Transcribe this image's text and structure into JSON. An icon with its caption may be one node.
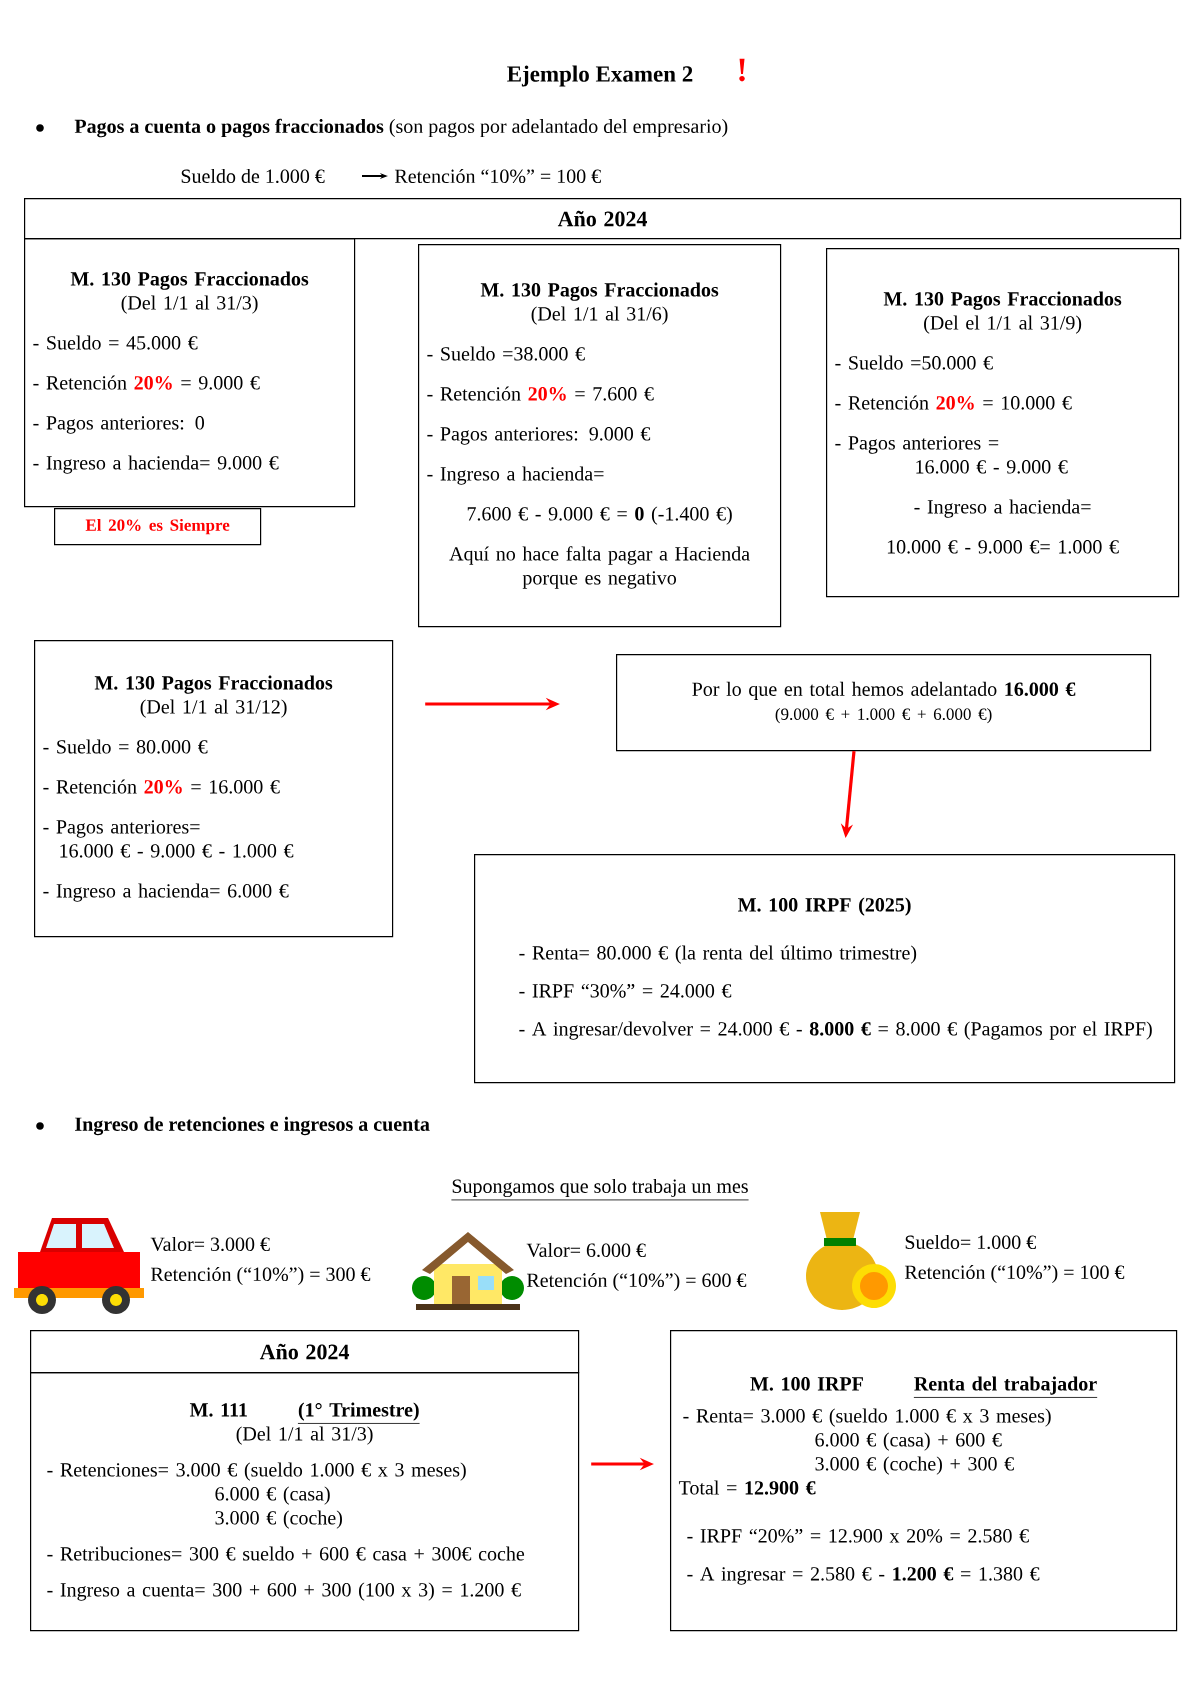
{
  "diagram": {
    "title": "Ejemplo Examen 2",
    "nodes": [
      {
        "text": [
          "Año 2024"
        ]
      },
      {
        "text": [
          "M. 130 Pagos Fraccionados",
          "(Del 1/1 al 31/3)",
          "- Sueldo = 45.000 €",
          "- Retención **20%** = 9.000 €",
          "- Pagos anteriores: 0",
          "- Ingreso a hacienda= 9.000 €"
        ]
      },
      {
        "text": [
          "El **20%** es Siempre"
        ]
      },
      {
        "text": [
          "M. 130 Pagos Fraccionados",
          "(Del 1/1 al 31/6)",
          "- Sueldo =38.000 €",
          "- Retención **20%** = 7.600 €",
          "- Pagos anteriores: 9.000 €",
          "- Ingreso a hacienda=",
          "7.600 € - 9.000 € = **0** (-1.400 €)",
          "Aquí no hace falta pagar a Hacienda porque es negativo"
        ]
      },
      {
        "text": [
          "M. 130 Pagos Fraccionados",
          "(Del el 1/1 al 31/9)",
          "- Sueldo =50.000 €",
          "- Retención **20%** = 10.000 €",
          "- Pagos anteriores = 16.000 € - 9.000 €",
          "- Ingreso a hacienda=",
          "10.000 € - 9.000 €= 1.000 €"
        ]
      },
      {
        "text": [
          "M. 130 Pagos Fraccionados",
          "(Del 1/1 al 31/12)",
          "- Sueldo = 80.000 €",
          "- Retención **20%** = 16.000 €",
          "- Pagos anteriores= 16.000 € - 9.000 € - 1.000 €",
          "- Ingreso a hacienda= 6.000 €"
        ]
      },
      {
        "text": [
          "Por lo que en total hemos adelantado **16.000 €**",
          "(9.000 € + 1.000 € + 6.000 €)"
        ]
      },
      {
        "text": [
          "M. 100 IRPF (2025)",
          "- Renta= 80.000 € (la renta del último trimestre)",
          "- IRPF “30%” = 24.000 €",
          "- A ingresar/devolver = 24.000 € - **8.000 €** = 8.000 € (Pagamos por el IRPF)"
        ]
      },
      {
        "text": [
          "Año 2024"
        ]
      },
      {
        "text": [
          "M. 111",
          "(1° Trimestre)",
          "(Del 1/1 al 31/3)",
          "- Retenciones= 3.000 € (sueldo 1.000 € x 3 meses)",
          "6.000 € (casa)",
          "3.000 € (coche)",
          "- Retribuciones= 300 € sueldo + 600 € casa + 300€ coche",
          "- Ingreso a cuenta= 300 + 600 + 300 (100 x 3) = 1.200 €"
        ]
      },
      {
        "text": [
          "M. 100 IRPF",
          "Renta del trabajador",
          "- Renta= 3.000 € (sueldo 1.000 € x 3 meses)",
          "6.000 € (casa) + 600 €",
          "3.000 € (coche) + 300 €",
          "Total = **12.900 €**",
          "- IRPF “20%” = 12.900 x 20% = 2.580 €",
          "- A ingresar = 2.580 € - **1.200 €** = 1.380 €"
        ]
      }
    ],
    "edges": [
      {
        "from": 5,
        "to": 6,
        "arrow": "to"
      },
      {
        "from": 6,
        "to": 7,
        "arrow": "to"
      },
      {
        "from": 9,
        "to": 10,
        "arrow": "to"
      }
    ],
    "labels": [
      "!",
      "**Pagos a cuenta o pagos fraccionados** (son pagos por adelantado del empresario)",
      "Sueldo de 1.000 €",
      "Retención “10%” = 100 €",
      "Ingreso de retenciones e ingresos a cuenta",
      "Supongamos que solo trabaja un mes",
      "Valor= 3.000 €",
      "Retención (“10%”) = 300 €",
      "Valor= 6.000 €",
      "Retención (“10%”) = 600 €",
      "Sueldo= 1.000 €",
      "Retención (“10%”) = 100 €"
    ]
  }
}
